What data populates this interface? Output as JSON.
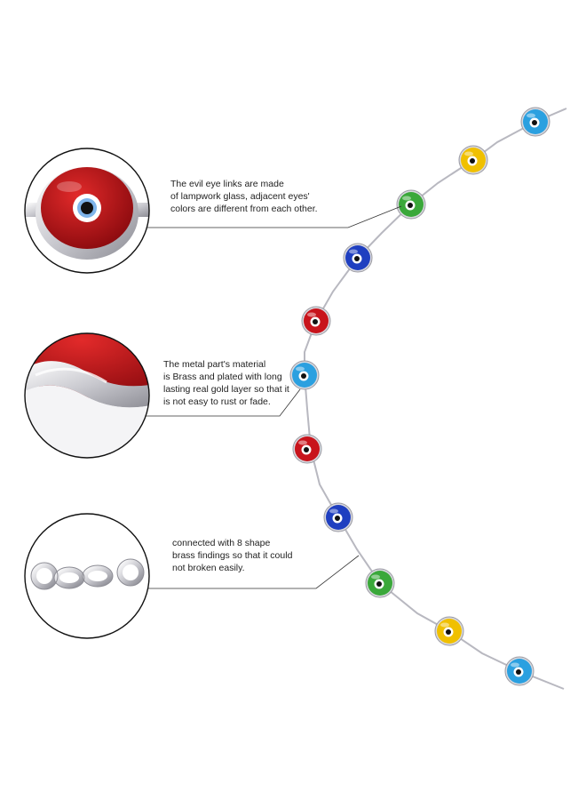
{
  "callouts": [
    {
      "text": "The evil eye links are made\nof lampwork glass, adjacent eyes'\ncolors are different from each other."
    },
    {
      "text": "The metal part's material\nis Brass and plated with long\nlasting real gold layer so that it\nis not easy to rust or fade."
    },
    {
      "text": "connected with 8 shape\nbrass findings so that it could\nnot broken easily."
    }
  ],
  "colors": {
    "background": "#ffffff",
    "red": "#c8141c",
    "blue": "#1f3fc0",
    "sky": "#2ba0e0",
    "yellow": "#f0c000",
    "green": "#3aa83a",
    "silver": "#c8c8cc",
    "line": "#333333"
  },
  "bead_sequence": [
    "sky",
    "yellow",
    "green",
    "blue",
    "red",
    "sky",
    "red",
    "blue",
    "green",
    "yellow",
    "sky"
  ]
}
